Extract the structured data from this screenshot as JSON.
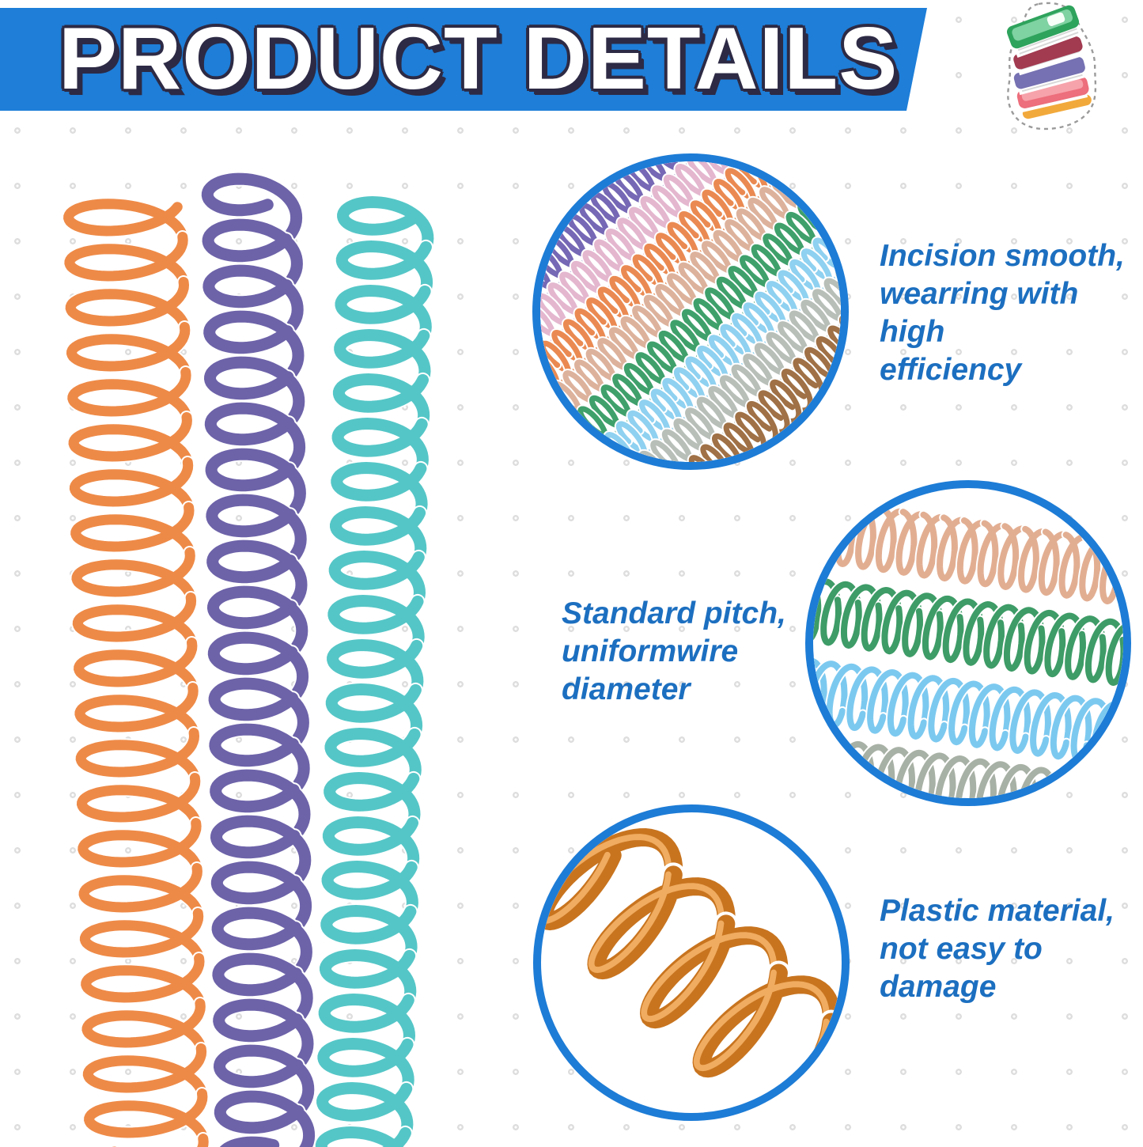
{
  "header": {
    "title": "PRODUCT DETAILS",
    "banner_color": "#1e7ed8",
    "title_text_color": "#ffffff",
    "title_outline_color": "#2d2a45",
    "icon": "books-stack-icon"
  },
  "caption_text_color": "#1c6fc0",
  "circle_border_color": "#1d7cd6",
  "features": [
    {
      "id": "incision",
      "lines": [
        "Incision smooth,",
        "wearring with high",
        "efficiency"
      ]
    },
    {
      "id": "pitch",
      "lines": [
        "Standard pitch,",
        "uniformwire",
        "diameter"
      ]
    },
    {
      "id": "material",
      "lines": [
        "Plastic material,",
        "not easy to",
        "damage"
      ]
    }
  ],
  "left_coils": [
    {
      "name": "orange-spiral-coil",
      "color": "#ee8a47"
    },
    {
      "name": "purple-spiral-coil",
      "color": "#6d63a9"
    },
    {
      "name": "turquoise-spiral-coil",
      "color": "#55c6c7"
    }
  ],
  "circle1_coils": [
    {
      "name": "purple-coil",
      "color": "#7668b5"
    },
    {
      "name": "pink-coil",
      "color": "#e4b7cf"
    },
    {
      "name": "orange-coil",
      "color": "#ea8a52"
    },
    {
      "name": "tan-coil",
      "color": "#ddb29c"
    },
    {
      "name": "green-coil",
      "color": "#3fa06b"
    },
    {
      "name": "light-blue-coil",
      "color": "#8fd1f0"
    },
    {
      "name": "gray-coil",
      "color": "#b8bfb9"
    },
    {
      "name": "brown-coil",
      "color": "#a07146"
    }
  ],
  "circle2_coils": [
    {
      "name": "tan-coil",
      "color": "#e2ae92"
    },
    {
      "name": "green-coil",
      "color": "#3e9c67"
    },
    {
      "name": "light-blue-coil",
      "color": "#7cc9f0"
    },
    {
      "name": "gray-coil",
      "color": "#a8b1a5"
    }
  ],
  "circle3_coil": {
    "name": "amber-plastic-coil",
    "color": "#c8741f",
    "highlight": "#f0ac60"
  }
}
